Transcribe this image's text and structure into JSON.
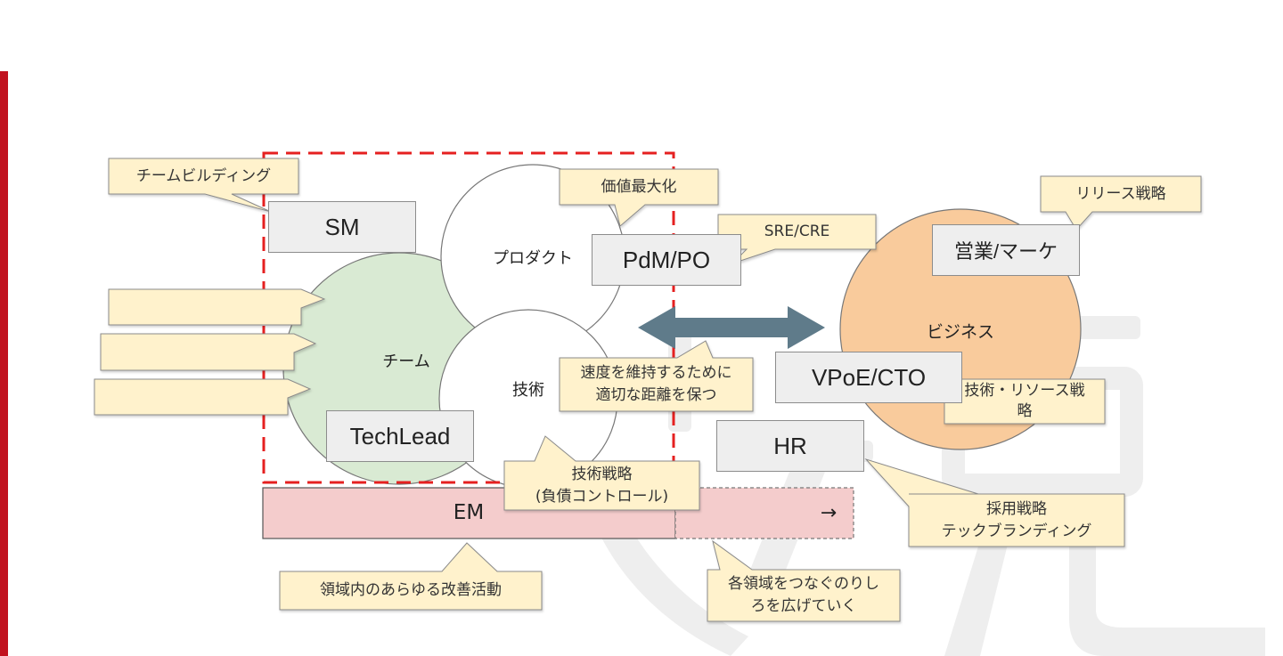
{
  "circles": {
    "product": "プロダクト",
    "team": "チーム",
    "tech": "技術",
    "business": "ビジネス"
  },
  "roles": {
    "sm": "SM",
    "pdm": "PdM/PO",
    "techlead": "TechLead",
    "vpoe": "VPoE/CTO",
    "hr": "HR",
    "sales": "営業/マーケ",
    "em": "EM",
    "em_arrow": "→"
  },
  "notes": {
    "team_building": "チームビルディング",
    "value_max": "価値最大化",
    "sre": "SRE/CRE",
    "release": "リリース戦略",
    "speed": "速度を維持するために\n適切な距離を保つ",
    "tech_resource": "技術・リソース戦\n略",
    "tech_strategy": "技術戦略\n(負債コントロール)",
    "hiring": "採用戦略\nテックブランディング",
    "improvement": "領域内のあらゆる改善活動",
    "connect": "各領域をつなぐのりし\nろを広げていく"
  },
  "colors": {
    "accent_red": "#c1121f",
    "team_green": "#d9ead3",
    "business_orange": "#f9cb9c",
    "em_pink": "#f4cccc",
    "note_yellow": "#fff2cc",
    "arrow_slate": "#5f7b8a"
  }
}
